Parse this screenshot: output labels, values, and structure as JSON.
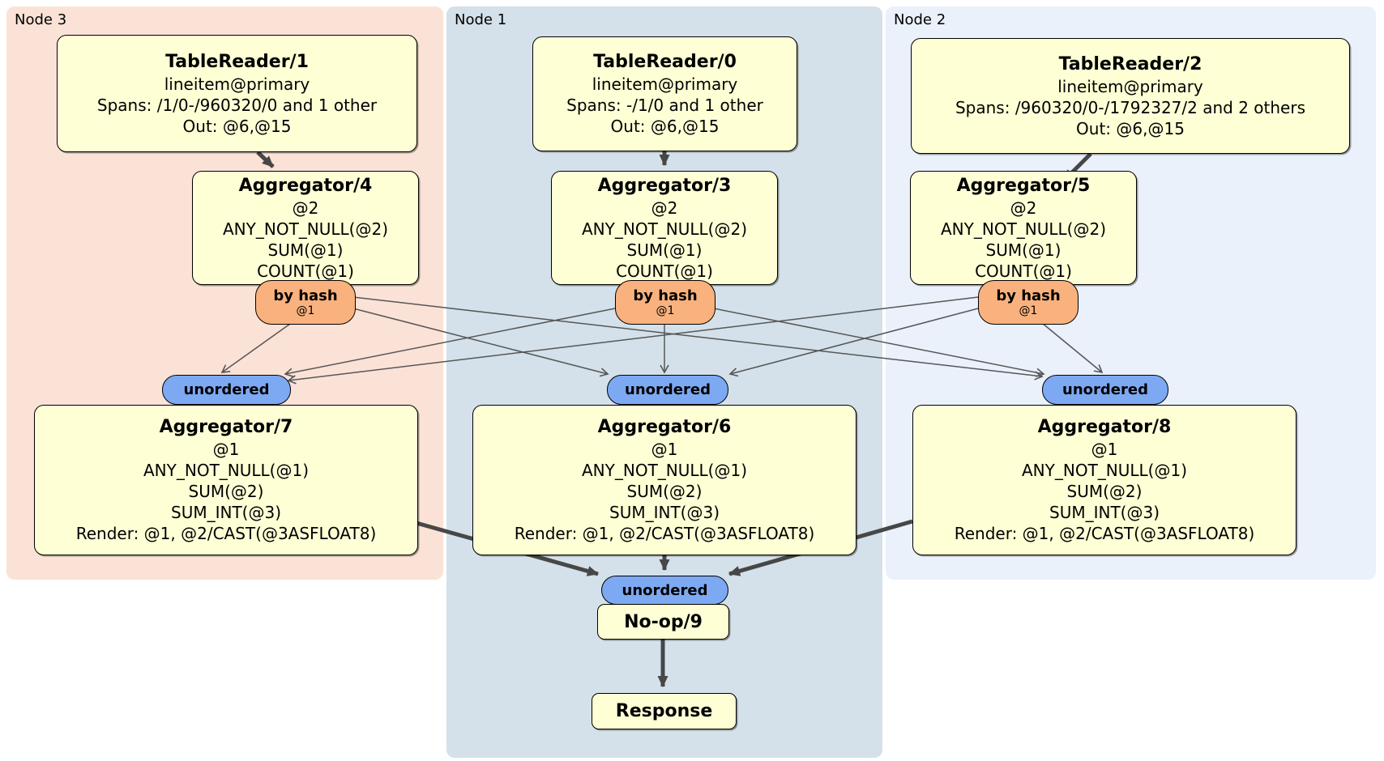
{
  "groups": [
    {
      "label": "Node 3",
      "table_reader": {
        "title": "TableReader/1",
        "lines": [
          "lineitem@primary",
          "Spans: /1/0-/960320/0 and 1 other",
          "Out: @6,@15"
        ]
      },
      "aggregator": {
        "title": "Aggregator/4",
        "lines": [
          "@2",
          "ANY_NOT_NULL(@2)",
          "SUM(@1)",
          "COUNT(@1)"
        ]
      },
      "router": {
        "label": "by hash",
        "detail": "@1"
      },
      "sync": {
        "label": "unordered"
      },
      "final_aggregator": {
        "title": "Aggregator/7",
        "lines": [
          "@1",
          "ANY_NOT_NULL(@1)",
          "SUM(@2)",
          "SUM_INT(@3)",
          "Render: @1, @2/CAST(@3ASFLOAT8)"
        ]
      }
    },
    {
      "label": "Node 1",
      "table_reader": {
        "title": "TableReader/0",
        "lines": [
          "lineitem@primary",
          "Spans: -/1/0 and 1 other",
          "Out: @6,@15"
        ]
      },
      "aggregator": {
        "title": "Aggregator/3",
        "lines": [
          "@2",
          "ANY_NOT_NULL(@2)",
          "SUM(@1)",
          "COUNT(@1)"
        ]
      },
      "router": {
        "label": "by hash",
        "detail": "@1"
      },
      "sync": {
        "label": "unordered"
      },
      "final_aggregator": {
        "title": "Aggregator/6",
        "lines": [
          "@1",
          "ANY_NOT_NULL(@1)",
          "SUM(@2)",
          "SUM_INT(@3)",
          "Render: @1, @2/CAST(@3ASFLOAT8)"
        ]
      }
    },
    {
      "label": "Node 2",
      "table_reader": {
        "title": "TableReader/2",
        "lines": [
          "lineitem@primary",
          "Spans: /960320/0-/1792327/2 and 2 others",
          "Out: @6,@15"
        ]
      },
      "aggregator": {
        "title": "Aggregator/5",
        "lines": [
          "@2",
          "ANY_NOT_NULL(@2)",
          "SUM(@1)",
          "COUNT(@1)"
        ]
      },
      "router": {
        "label": "by hash",
        "detail": "@1"
      },
      "sync": {
        "label": "unordered"
      },
      "final_aggregator": {
        "title": "Aggregator/8",
        "lines": [
          "@1",
          "ANY_NOT_NULL(@1)",
          "SUM(@2)",
          "SUM_INT(@3)",
          "Render: @1, @2/CAST(@3ASFLOAT8)"
        ]
      }
    }
  ],
  "output": {
    "sync": {
      "label": "unordered"
    },
    "noop": {
      "title": "No-op/9"
    },
    "response": {
      "title": "Response"
    }
  },
  "edges": [
    {
      "from": "TableReader/1",
      "to": "Aggregator/4"
    },
    {
      "from": "TableReader/0",
      "to": "Aggregator/3"
    },
    {
      "from": "TableReader/2",
      "to": "Aggregator/5"
    },
    {
      "from": "Aggregator/4 by hash",
      "to": "Aggregator/7 unordered"
    },
    {
      "from": "Aggregator/4 by hash",
      "to": "Aggregator/6 unordered"
    },
    {
      "from": "Aggregator/4 by hash",
      "to": "Aggregator/8 unordered"
    },
    {
      "from": "Aggregator/3 by hash",
      "to": "Aggregator/7 unordered"
    },
    {
      "from": "Aggregator/3 by hash",
      "to": "Aggregator/6 unordered"
    },
    {
      "from": "Aggregator/3 by hash",
      "to": "Aggregator/8 unordered"
    },
    {
      "from": "Aggregator/5 by hash",
      "to": "Aggregator/7 unordered"
    },
    {
      "from": "Aggregator/5 by hash",
      "to": "Aggregator/6 unordered"
    },
    {
      "from": "Aggregator/5 by hash",
      "to": "Aggregator/8 unordered"
    },
    {
      "from": "Aggregator/7",
      "to": "No-op/9 unordered"
    },
    {
      "from": "Aggregator/6",
      "to": "No-op/9 unordered"
    },
    {
      "from": "Aggregator/8",
      "to": "No-op/9 unordered"
    },
    {
      "from": "No-op/9",
      "to": "Response"
    }
  ],
  "colors": {
    "node3_bg": "#fbe2d6",
    "node1_bg": "#d4e1ea",
    "node2_bg": "#eaf1fb",
    "processor_bg": "#ffffd6",
    "router_bg": "#f9b27e",
    "sync_bg": "#7da9f2",
    "edge": "#4d4d4d"
  }
}
